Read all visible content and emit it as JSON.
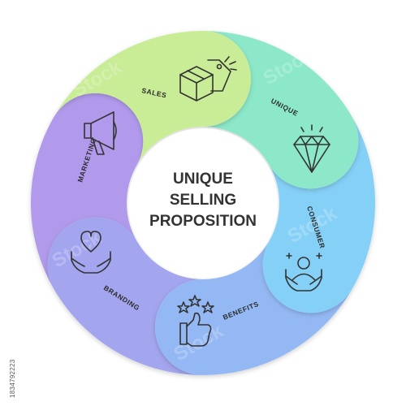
{
  "diagram": {
    "title_lines": [
      "UNIQUE",
      "SELLING",
      "PROPOSITION"
    ],
    "segments": [
      {
        "label": "SALES",
        "color": "#c9ec96",
        "icon": "box-with-price-tag-icon"
      },
      {
        "label": "UNIQUE",
        "color": "#8ce8c9",
        "icon": "diamond-icon"
      },
      {
        "label": "CONSUMER",
        "color": "#85d0f7",
        "icon": "person-in-hands-icon"
      },
      {
        "label": "BENEFITS",
        "color": "#93b8f4",
        "icon": "thumbs-up-stars-icon"
      },
      {
        "label": "BRANDING",
        "color": "#a3a5ef",
        "icon": "heart-in-hands-icon"
      },
      {
        "label": "MARKETING",
        "color": "#b19aec",
        "icon": "megaphone-icon"
      }
    ]
  },
  "stock_id": "1834792223"
}
